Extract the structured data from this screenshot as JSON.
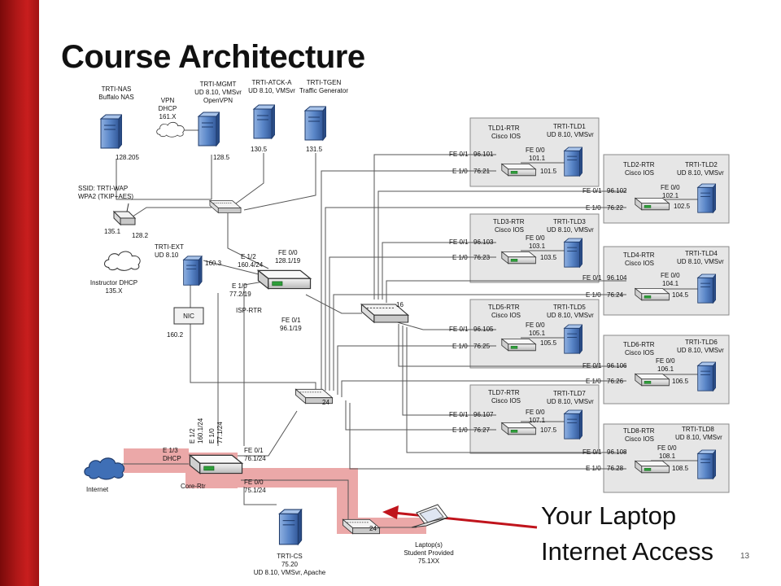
{
  "slide": {
    "title": "Course Architecture",
    "callout_line1": "Your Laptop",
    "callout_line2": "Internet Access",
    "page_number": "13"
  },
  "colors": {
    "accent_bar": "#b11818",
    "highlight": "#e89a9a",
    "arrow": "#c0141c",
    "server": "#5a86c8"
  },
  "servers": [
    {
      "id": "nas",
      "label1": "TRTI-NAS",
      "label2": "Buffalo NAS",
      "label3": "",
      "ip": "128.205"
    },
    {
      "id": "mgmt",
      "label1": "TRTI-MGMT",
      "label2": "UD 8.10, VMSvr",
      "label3": "OpenVPN",
      "ip": "128.5"
    },
    {
      "id": "atck",
      "label1": "TRTI-ATCK-A",
      "label2": "UD 8.10, VMSvr",
      "label3": "",
      "ip": "130.5"
    },
    {
      "id": "tgen",
      "label1": "TRTI-TGEN",
      "label2": "Traffic Generator",
      "label3": "",
      "ip": "131.5"
    },
    {
      "id": "ext",
      "label1": "TRTI-EXT",
      "label2": "UD 8.10",
      "label3": "",
      "ip": "160.3"
    },
    {
      "id": "cs",
      "label1": "TRTI-CS",
      "label2": "75.20",
      "label3": "UD 8.10, VMSvr, Apache",
      "ip": ""
    }
  ],
  "vpn": {
    "label1": "VPN",
    "label2": "DHCP",
    "label3": "161.X"
  },
  "wap": {
    "label1": "SSID: TRTI-WAP",
    "label2": "WPA2 (TKIP+AES)",
    "ip1": "135.1",
    "ip2": "128.2"
  },
  "instructor": {
    "label1": "Instructor DHCP",
    "label2": "135.X"
  },
  "nic": {
    "label": "NIC",
    "ip": "160.2"
  },
  "isp": {
    "name": "ISP-RTR",
    "e12": "E 1/2",
    "e12_ip": "160.4/24",
    "fe00": "FE 0/0",
    "fe00_ip": "128.1/19",
    "e10": "E 1/0",
    "e10_ip": "77.2/19",
    "fe01": "FE 0/1",
    "fe01_ip": "96.1/19"
  },
  "core": {
    "name": "Core-Rtr",
    "e13": "E 1/3",
    "e13_dhcp": "DHCP",
    "e12": "E 1/2",
    "e12_ip": "160.1/24",
    "e10": "E 1/0",
    "e10_ip": "77.1/24",
    "fe01": "FE 0/1",
    "fe01_ip": "76.1/24",
    "fe00": "FE 0/0",
    "fe00_ip": "75.1/24"
  },
  "internet": {
    "label": "Internet"
  },
  "laptop": {
    "label1": "Laptop(s)",
    "label2": "Student Provided",
    "label3": "75.1XX"
  },
  "switch_labels": {
    "s16": "16",
    "s24a": "24",
    "s24b": "24"
  },
  "tlds": [
    {
      "rtr": "TLD1-RTR",
      "ios": "Cisco IOS",
      "srv": "TRTI-TLD1",
      "os": "UD 8.10, VMSvr",
      "fe_ip": "96.101",
      "e_ip": "76.21",
      "fe00_ip": "101.1",
      "srv_ip": "101.5"
    },
    {
      "rtr": "TLD2-RTR",
      "ios": "Cisco IOS",
      "srv": "TRTI-TLD2",
      "os": "UD 8.10, VMSvr",
      "fe_ip": "96.102",
      "e_ip": "76.22",
      "fe00_ip": "102.1",
      "srv_ip": "102.5"
    },
    {
      "rtr": "TLD3-RTR",
      "ios": "Cisco IOS",
      "srv": "TRTI-TLD3",
      "os": "UD 8.10, VMSvr",
      "fe_ip": "96.103",
      "e_ip": "76.23",
      "fe00_ip": "103.1",
      "srv_ip": "103.5"
    },
    {
      "rtr": "TLD4-RTR",
      "ios": "Cisco IOS",
      "srv": "TRTI-TLD4",
      "os": "UD 8.10, VMSvr",
      "fe_ip": "96.104",
      "e_ip": "76.24",
      "fe00_ip": "104.1",
      "srv_ip": "104.5"
    },
    {
      "rtr": "TLD5-RTR",
      "ios": "Cisco IOS",
      "srv": "TRTI-TLD5",
      "os": "UD 8.10, VMSvr",
      "fe_ip": "96.105",
      "e_ip": "76.25",
      "fe00_ip": "105.1",
      "srv_ip": "105.5"
    },
    {
      "rtr": "TLD6-RTR",
      "ios": "Cisco IOS",
      "srv": "TRTI-TLD6",
      "os": "UD 8.10, VMSvr",
      "fe_ip": "96.106",
      "e_ip": "76.26",
      "fe00_ip": "106.1",
      "srv_ip": "106.5"
    },
    {
      "rtr": "TLD7-RTR",
      "ios": "Cisco IOS",
      "srv": "TRTI-TLD7",
      "os": "UD 8.10, VMSvr",
      "fe_ip": "96.107",
      "e_ip": "76.27",
      "fe00_ip": "107.1",
      "srv_ip": "107.5"
    },
    {
      "rtr": "TLD8-RTR",
      "ios": "Cisco IOS",
      "srv": "TRTI-TLD8",
      "os": "UD 8.10, VMSvr",
      "fe_ip": "96.108",
      "e_ip": "76.28",
      "fe00_ip": "108.1",
      "srv_ip": "108.5"
    }
  ],
  "port_labels": {
    "fe": "FE 0/1",
    "e": "E 1/0",
    "fe00": "FE 0/0"
  }
}
